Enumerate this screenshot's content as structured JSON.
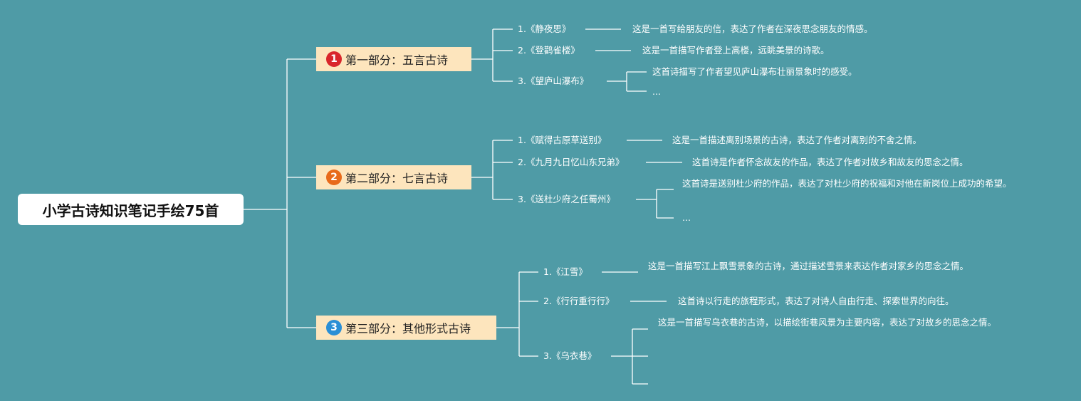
{
  "root": {
    "title": "小学古诗知识笔记手绘75首"
  },
  "colors": {
    "background": "#4f9ba6",
    "section_bg": "#fde5bd",
    "badge1": "#d9262b",
    "badge2": "#e86a1a",
    "badge3": "#2a8fd6",
    "line": "#ffffff"
  },
  "sections": [
    {
      "number": "1",
      "label": "第一部分：五言古诗",
      "poems": [
        {
          "title": "1.《静夜思》",
          "desc": [
            "这是一首写给朋友的信，表达了作者在深夜思念朋友的情感。"
          ]
        },
        {
          "title": "2.《登鹳雀楼》",
          "desc": [
            "这是一首描写作者登上高楼，远眺美景的诗歌。"
          ]
        },
        {
          "title": "3.《望庐山瀑布》",
          "desc": [
            "这首诗描写了作者望见庐山瀑布壮丽景象时的感受。",
            "..."
          ]
        }
      ]
    },
    {
      "number": "2",
      "label": "第二部分：七言古诗",
      "poems": [
        {
          "title": "1.《赋得古原草送别》",
          "desc": [
            "这是一首描述离别场景的古诗，表达了作者对离别的不舍之情。"
          ]
        },
        {
          "title": "2.《九月九日忆山东兄弟》",
          "desc": [
            "这首诗是作者怀念故友的作品，表达了作者对故乡和故友的思念之情。"
          ]
        },
        {
          "title": "3.《送杜少府之任蜀州》",
          "desc": [
            "这首诗是送别杜少府的作品，表达了对杜少府的祝福和对他在新岗位上成功的希望。",
            "..."
          ]
        }
      ]
    },
    {
      "number": "3",
      "label": "第三部分：其他形式古诗",
      "poems": [
        {
          "title": "1.《江雪》",
          "desc": [
            "这是一首描写江上飘雪景象的古诗，通过描述雪景来表达作者对家乡的思念之情。"
          ]
        },
        {
          "title": "2.《行行重行行》",
          "desc": [
            "这首诗以行走的旅程形式，表达了对诗人自由行走、探索世界的向往。"
          ]
        },
        {
          "title": "3.《乌衣巷》",
          "desc": [
            "这是一首描写乌衣巷的古诗，以描绘街巷风景为主要内容，表达了对故乡的思念之情。",
            "",
            ""
          ]
        }
      ]
    }
  ]
}
